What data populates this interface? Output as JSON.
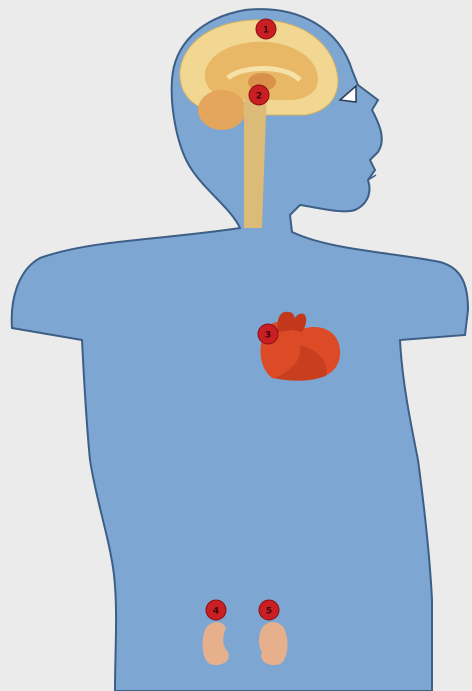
{
  "colors": {
    "background": "#ebebeb",
    "body_fill": "#7ea6d2",
    "body_outline": "#3d5f86",
    "brain_cortex": "#f2d792",
    "brain_inner": "#e8b35e",
    "cerebellum": "#e4a65c",
    "spinal_cord": "#dcbb78",
    "heart": "#dc4a26",
    "heart_shadow": "#b8361a",
    "kidney": "#e6b08c",
    "marker": "#c81e24",
    "marker_edge": "#8c1014"
  },
  "organs": [
    {
      "name": "brain",
      "icon": "brain-icon"
    },
    {
      "name": "brainstem",
      "icon": "brainstem-icon"
    },
    {
      "name": "heart",
      "icon": "heart-icon"
    },
    {
      "name": "left-kidney",
      "icon": "kidney-icon"
    },
    {
      "name": "right-kidney",
      "icon": "kidney-icon"
    }
  ],
  "markers": [
    {
      "name": "marker-brain",
      "label": "1"
    },
    {
      "name": "marker-brainstem",
      "label": "2"
    },
    {
      "name": "marker-heart",
      "label": "3"
    },
    {
      "name": "marker-left-kidney",
      "label": "4"
    },
    {
      "name": "marker-right-kidney",
      "label": "5"
    }
  ]
}
